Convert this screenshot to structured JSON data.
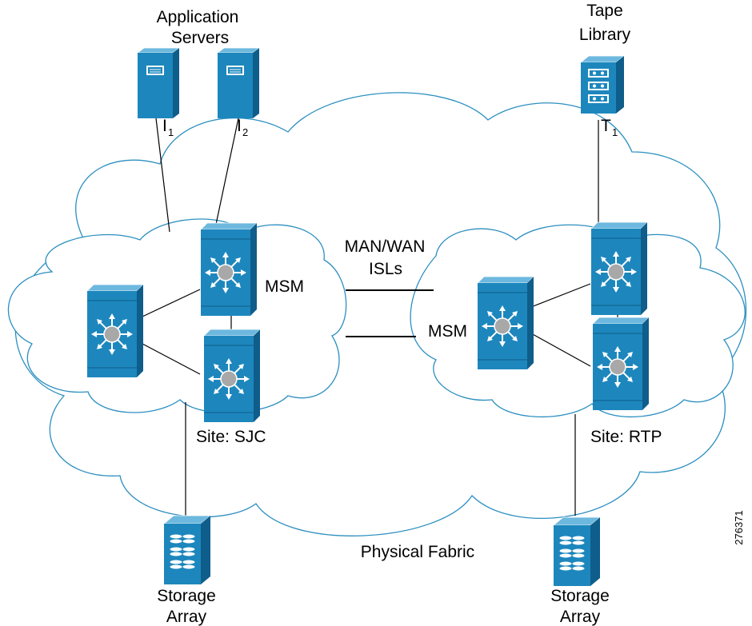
{
  "labels": {
    "app_servers": [
      "Application",
      "Servers"
    ],
    "tape_library": [
      "Tape",
      "Library"
    ],
    "man_wan": [
      "MAN/WAN",
      "ISLs"
    ],
    "msm_left": "MSM",
    "msm_right": "MSM",
    "site_sjc": "Site: SJC",
    "site_rtp": "Site: RTP",
    "physical_fabric": "Physical Fabric",
    "storage_left": [
      "Storage",
      "Array"
    ],
    "storage_right": [
      "Storage",
      "Array"
    ],
    "figure_id": "276371"
  },
  "ports": {
    "i1": {
      "letter": "I",
      "sub": "1"
    },
    "i2": {
      "letter": "I",
      "sub": "2"
    },
    "t1": {
      "letter": "T",
      "sub": "1"
    }
  },
  "colors": {
    "device_front": "#1d87bd",
    "device_top": "#6db8de",
    "device_side": "#0f5d8a",
    "cloud_stroke": "#2c8fc0",
    "hub": "#a8a8a8"
  },
  "icons": {
    "server": "server-icon",
    "tape": "tape-library-icon",
    "switch": "mds-director-switch-icon",
    "storage": "storage-array-icon"
  }
}
